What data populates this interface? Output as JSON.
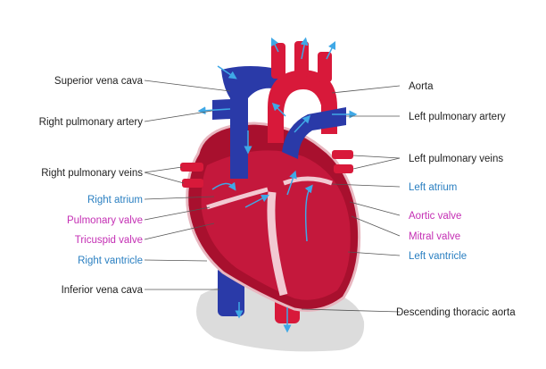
{
  "colors": {
    "label_black": "#222222",
    "label_blue": "#2a7fc1",
    "label_magenta": "#c42fb4",
    "deoxygenated": "#2a3aa8",
    "oxygenated": "#d8193a",
    "muscle": "#a8102e",
    "arrow": "#3fa8e6"
  },
  "labels_left": [
    {
      "text": "Superior vena cava",
      "color": "black"
    },
    {
      "text": "Right pulmonary artery",
      "color": "black"
    },
    {
      "text": "Right pulmonary veins",
      "color": "black"
    },
    {
      "text": "Right atrium",
      "color": "blue"
    },
    {
      "text": "Pulmonary valve",
      "color": "magenta"
    },
    {
      "text": "Tricuspid valve",
      "color": "magenta"
    },
    {
      "text": "Right vantricle",
      "color": "blue"
    },
    {
      "text": "Inferior vena cava",
      "color": "black"
    }
  ],
  "labels_right": [
    {
      "text": "Aorta",
      "color": "black"
    },
    {
      "text": "Left pulmonary artery",
      "color": "black"
    },
    {
      "text": "Left pulmonary veins",
      "color": "black"
    },
    {
      "text": "Left atrium",
      "color": "blue"
    },
    {
      "text": "Aortic valve",
      "color": "magenta"
    },
    {
      "text": "Mitral valve",
      "color": "magenta"
    },
    {
      "text": "Left vantricle",
      "color": "blue"
    },
    {
      "text": "Descending thoracic aorta",
      "color": "black"
    }
  ]
}
